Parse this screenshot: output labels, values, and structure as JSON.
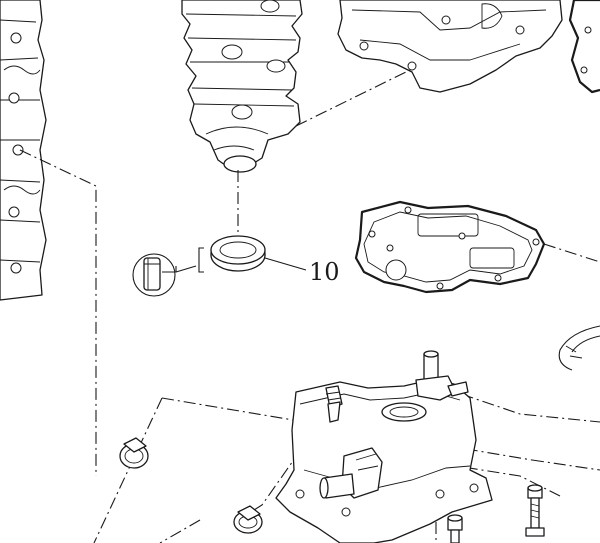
{
  "diagram": {
    "callouts": [
      {
        "id": "seal",
        "label": "10"
      }
    ],
    "symbols": {
      "grease_symbol": "grease-applicator-symbol",
      "bracket": "bracket"
    },
    "colors": {
      "line": "#1a1a1a",
      "background": "#ffffff"
    }
  }
}
